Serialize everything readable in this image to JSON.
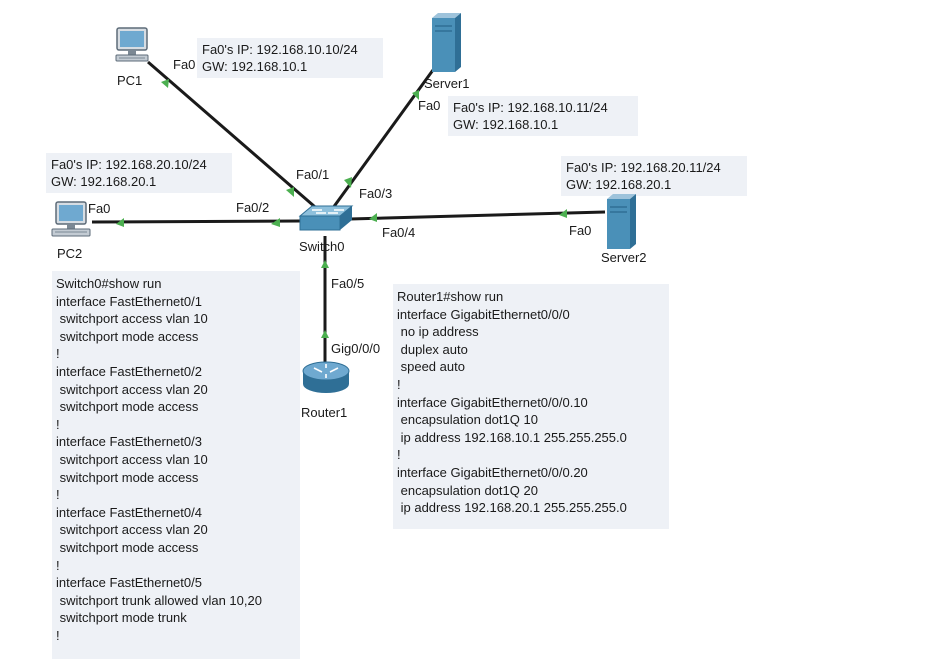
{
  "devices": {
    "pc1": {
      "label": "PC1",
      "icon": "pc-icon"
    },
    "pc2": {
      "label": "PC2",
      "icon": "pc-icon"
    },
    "server1": {
      "label": "Server1",
      "icon": "server-icon"
    },
    "server2": {
      "label": "Server2",
      "icon": "server-icon"
    },
    "switch0": {
      "label": "Switch0",
      "icon": "switch-icon"
    },
    "router1": {
      "label": "Router1",
      "icon": "router-icon"
    }
  },
  "ports": {
    "pc1_fa0": "Fa0",
    "pc2_fa0": "Fa0",
    "server1_fa0": "Fa0",
    "server2_fa0": "Fa0",
    "sw_fa01": "Fa0/1",
    "sw_fa02": "Fa0/2",
    "sw_fa03": "Fa0/3",
    "sw_fa04": "Fa0/4",
    "sw_fa05": "Fa0/5",
    "router_gig": "Gig0/0/0"
  },
  "notes": {
    "pc1": [
      "Fa0's IP: 192.168.10.10/24",
      "GW: 192.168.10.1"
    ],
    "server1": [
      "Fa0's IP: 192.168.10.11/24",
      "GW: 192.168.10.1"
    ],
    "pc2": [
      "Fa0's IP: 192.168.20.10/24",
      "GW: 192.168.20.1"
    ],
    "server2": [
      "Fa0's IP: 192.168.20.11/24",
      "GW: 192.168.20.1"
    ]
  },
  "switch_config": [
    "Switch0#show run",
    "interface FastEthernet0/1",
    " switchport access vlan 10",
    " switchport mode access",
    "!",
    "interface FastEthernet0/2",
    " switchport access vlan 20",
    " switchport mode access",
    "!",
    "interface FastEthernet0/3",
    " switchport access vlan 10",
    " switchport mode access",
    "!",
    "interface FastEthernet0/4",
    " switchport access vlan 20",
    " switchport mode access",
    "!",
    "interface FastEthernet0/5",
    " switchport trunk allowed vlan 10,20",
    " switchport mode trunk",
    "!"
  ],
  "router_config": [
    "Router1#show run",
    "interface GigabitEthernet0/0/0",
    " no ip address",
    " duplex auto",
    " speed auto",
    "!",
    "interface GigabitEthernet0/0/0.10",
    " encapsulation dot1Q 10",
    " ip address 192.168.10.1 255.255.255.0",
    "!",
    "interface GigabitEthernet0/0/0.20",
    " encapsulation dot1Q 20",
    " ip address 192.168.20.1 255.255.255.0"
  ],
  "colors": {
    "link": "#1a1a1a",
    "link_up": "#4caf50",
    "note_bg": "#eef1f6",
    "device_blue": "#4a90b8"
  }
}
